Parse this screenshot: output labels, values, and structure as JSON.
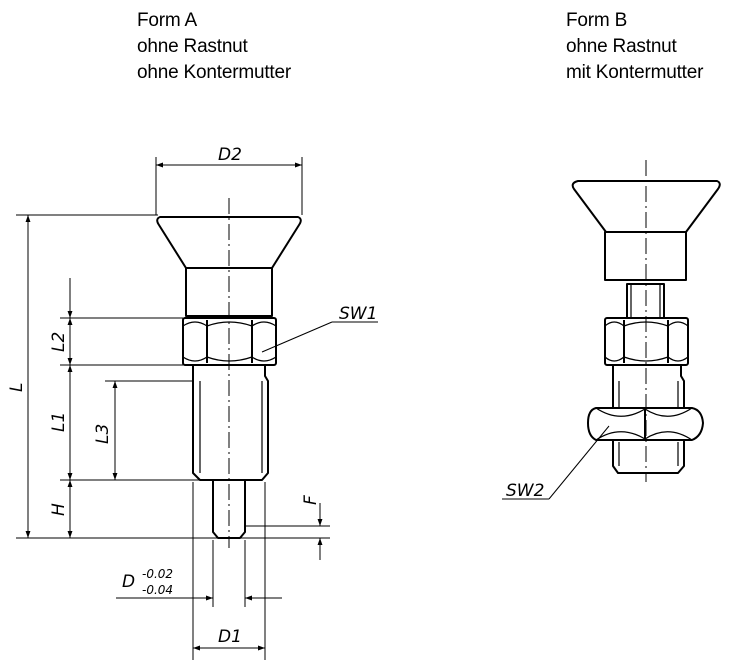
{
  "form_a": {
    "title": "Form A",
    "line2": "ohne Rastnut",
    "line3": "ohne Kontermutter"
  },
  "form_b": {
    "title": "Form B",
    "line2": "ohne Rastnut",
    "line3": "mit Kontermutter"
  },
  "dimensions": {
    "d2": "D2",
    "l": "L",
    "l2": "L2",
    "l1": "L1",
    "l3": "L3",
    "h": "H",
    "f": "F",
    "sw1": "SW1",
    "sw2": "SW2",
    "d_main": "D",
    "d_tol_upper": "-0.02",
    "d_tol_lower": "-0.04",
    "d1": "D1"
  }
}
